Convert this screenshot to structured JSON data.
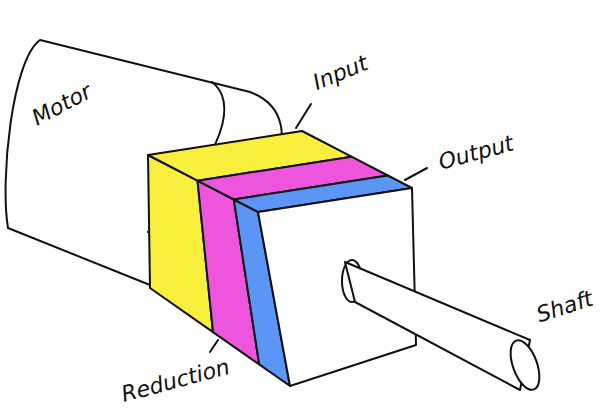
{
  "diagram": {
    "labels": [
      "Motor",
      "Input",
      "Output",
      "Reduction",
      "Shaft"
    ]
  }
}
